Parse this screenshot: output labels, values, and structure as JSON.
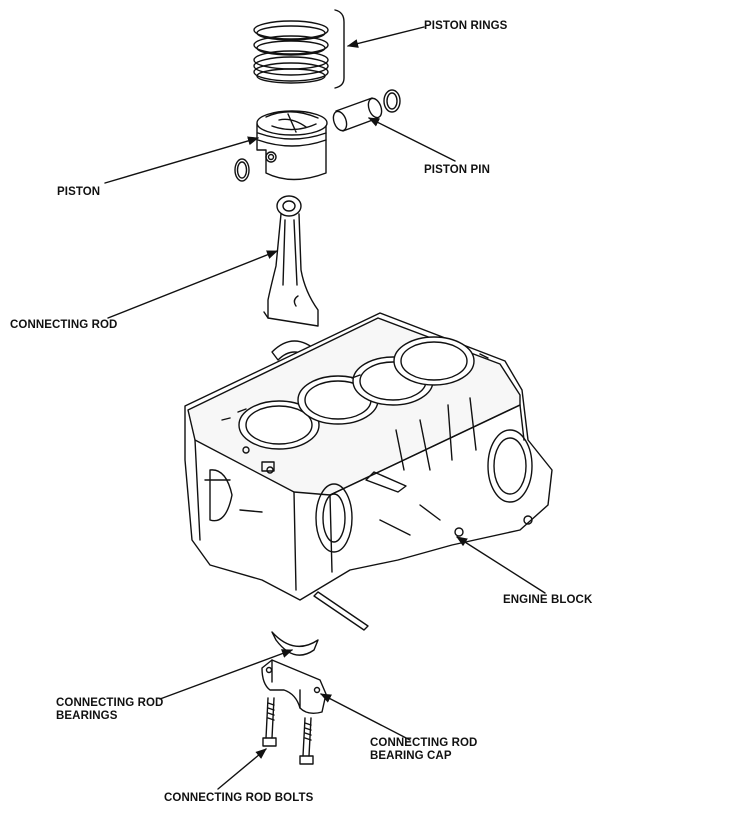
{
  "labels": {
    "piston_rings": "PISTON RINGS",
    "piston_pin": "PISTON PIN",
    "piston": "PISTON",
    "connecting_rod": "CONNECTING ROD",
    "engine_block": "ENGINE BLOCK",
    "rod_bearings_line1": "CONNECTING ROD",
    "rod_bearings_line2": "BEARINGS",
    "bearing_cap_line1": "CONNECTING ROD",
    "bearing_cap_line2": "BEARING CAP",
    "rod_bolts": "CONNECTING ROD BOLTS"
  },
  "colors": {
    "ink": "#111111",
    "paper": "#ffffff",
    "shade": "#d8d8d8"
  }
}
